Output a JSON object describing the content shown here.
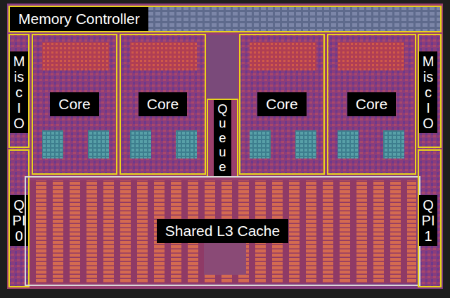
{
  "diagram": {
    "nodes": [
      {
        "text": [
          "Memory Controller"
        ]
      },
      {
        "text": [
          "Misc IO"
        ]
      },
      {
        "text": [
          "Core"
        ]
      },
      {
        "text": [
          "Core"
        ]
      },
      {
        "text": [
          "Queue"
        ]
      },
      {
        "text": [
          "Core"
        ]
      },
      {
        "text": [
          "Core"
        ]
      },
      {
        "text": [
          "Misc IO"
        ]
      },
      {
        "text": [
          "QPI 0"
        ]
      },
      {
        "text": [
          "Shared L3 Cache"
        ]
      },
      {
        "text": [
          "QPI 1"
        ]
      }
    ]
  }
}
